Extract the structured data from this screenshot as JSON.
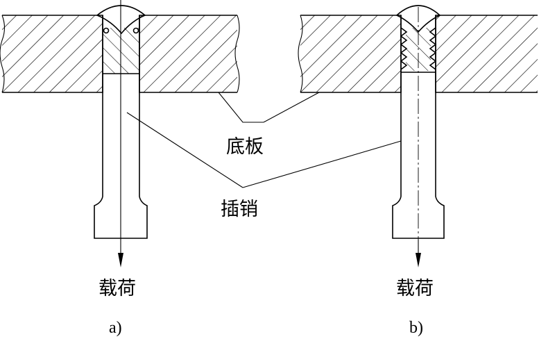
{
  "labels": {
    "base_plate": "底板",
    "pin": "插销",
    "load_a": "载荷",
    "load_b": "载荷",
    "caption_a": "a)",
    "caption_b": "b)"
  },
  "icons": {
    "hatch": "diagonal-hatch-pattern",
    "arrow": "arrowhead-down-icon"
  }
}
